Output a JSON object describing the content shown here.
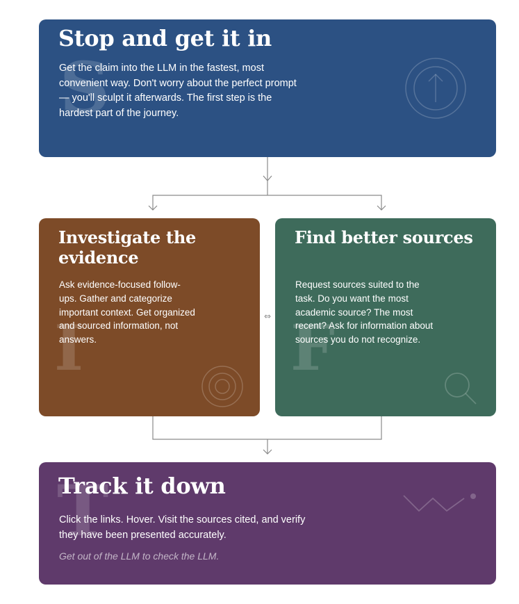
{
  "cards": {
    "stop": {
      "title": "Stop and get it in",
      "watermark": "S",
      "body": "Get the claim into the LLM in the fastest, most convenient way. Don't worry about the perfect prompt — you'll sculpt it afterwards. The first step is the hardest part of the journey.",
      "icon": "arrow-up-circle-icon",
      "color": "#2c5183"
    },
    "investigate": {
      "title": "Investigate the evidence",
      "watermark": "I",
      "body": "Ask evidence-focused follow-ups. Gather and categorize important context. Get organized and sourced information, not answers.",
      "icon": "target-icon",
      "color": "#7d4b28"
    },
    "find": {
      "title": "Find better sources",
      "watermark": "F",
      "body": "Request sources suited to the task. Do you want the most academic source? The most recent? Ask for information about sources you do not recognize.",
      "icon": "magnifier-icon",
      "color": "#3e6b5b"
    },
    "track": {
      "title": "Track it down",
      "watermark": "T",
      "body": "Click the links. Hover. Visit the sources cited, and verify they have been presented accurately.",
      "tagline": "Get out of the LLM to check the LLM.",
      "icon": "trend-line-icon",
      "color": "#5f3a6b"
    }
  },
  "connectors": {
    "bidirectional_symbol": "⇔",
    "color": "#8a8a8a"
  }
}
